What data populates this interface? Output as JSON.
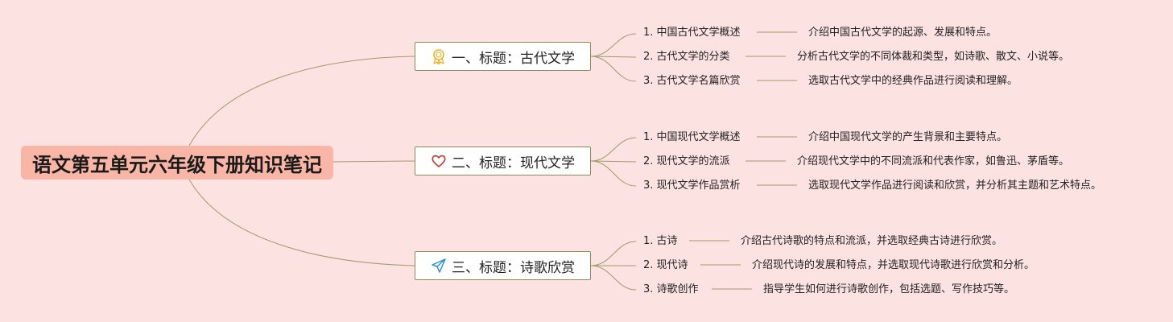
{
  "colors": {
    "background": "#fde2e2",
    "root_fill": "#f9b5a5",
    "line": "#a09a6a",
    "topic_border": "#8d8a5a",
    "icon_ribbon": "#e8b430",
    "icon_heart": "#c0392b",
    "icon_plane": "#2f8fd0"
  },
  "root": {
    "title": "语文第五单元六年级下册知识笔记"
  },
  "branches": [
    {
      "icon": "ribbon-icon",
      "title": "一、标题：古代文学",
      "items": [
        {
          "label": "1. 中国古代文学概述",
          "description": "介绍中国古代文学的起源、发展和特点。"
        },
        {
          "label": "2. 古代文学的分类",
          "description": "分析古代文学的不同体裁和类型，如诗歌、散文、小说等。"
        },
        {
          "label": "3. 古代文学名篇欣赏",
          "description": "选取古代文学中的经典作品进行阅读和理解。"
        }
      ]
    },
    {
      "icon": "heart-icon",
      "title": "二、标题：现代文学",
      "items": [
        {
          "label": "1. 中国现代文学概述",
          "description": "介绍中国现代文学的产生背景和主要特点。"
        },
        {
          "label": "2. 现代文学的流派",
          "description": "介绍现代文学中的不同流派和代表作家，如鲁迅、茅盾等。"
        },
        {
          "label": "3. 现代文学作品赏析",
          "description": "选取现代文学作品进行阅读和欣赏，并分析其主题和艺术特点。"
        }
      ]
    },
    {
      "icon": "paper-plane-icon",
      "title": "三、标题：诗歌欣赏",
      "items": [
        {
          "label": "1. 古诗",
          "description": "介绍古代诗歌的特点和流派，并选取经典古诗进行欣赏。"
        },
        {
          "label": "2. 现代诗",
          "description": "介绍现代诗的发展和特点，并选取现代诗歌进行欣赏和分析。"
        },
        {
          "label": "3. 诗歌创作",
          "description": "指导学生如何进行诗歌创作，包括选题、写作技巧等。"
        }
      ]
    }
  ]
}
